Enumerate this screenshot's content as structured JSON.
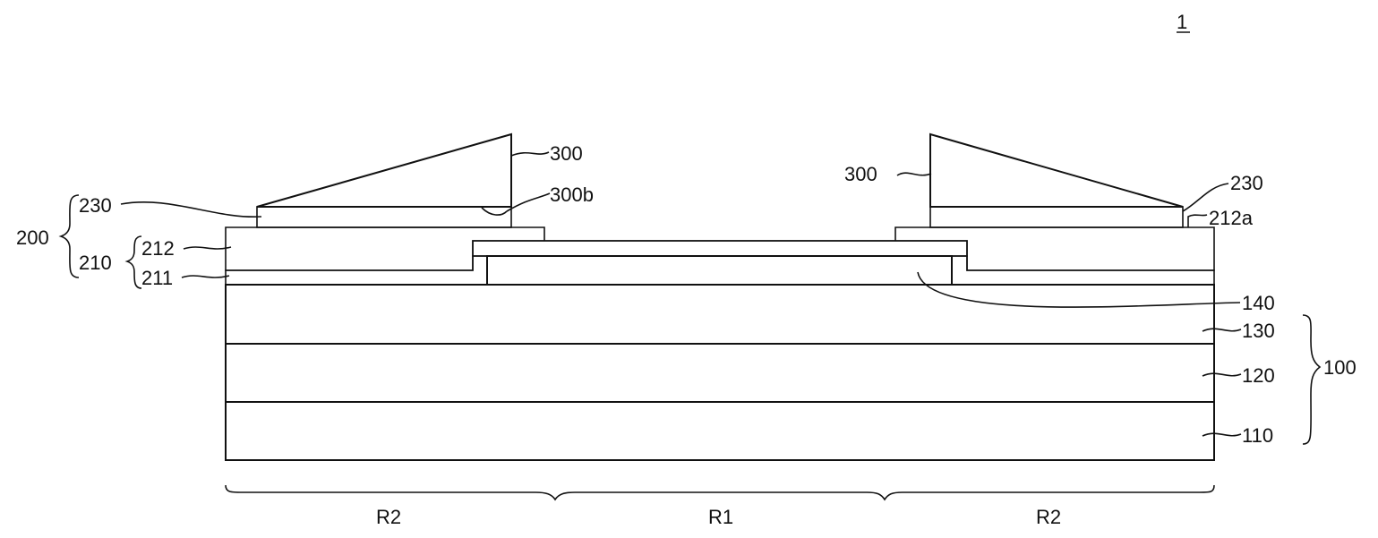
{
  "figure": {
    "figure_number": "1"
  },
  "labels": {
    "sub100": "100",
    "sub110": "110",
    "sub120": "120",
    "sub130": "130",
    "electrode140": "140",
    "struct200": "200",
    "layer210": "210",
    "layer211": "211",
    "layer212": "212",
    "edge212a": "212a",
    "layer230_left": "230",
    "layer230_right": "230",
    "prism300_left": "300",
    "prism300_right": "300",
    "face300b": "300b"
  },
  "regions": {
    "left": "R2",
    "center": "R1",
    "right": "R2"
  },
  "colors": {
    "line": "#111111",
    "fill_white": "#ffffff",
    "hatch_fill": "#d9d9d9"
  }
}
